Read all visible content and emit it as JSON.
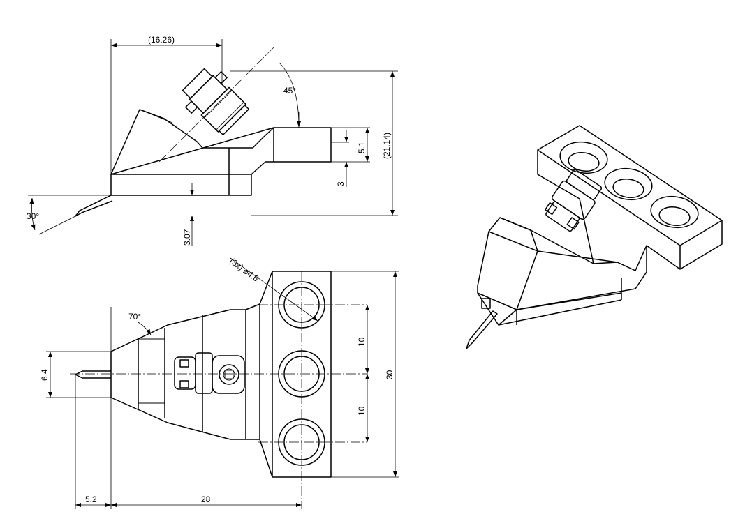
{
  "dimensions": {
    "side_width": "(16.26)",
    "side_height": "(21.14)",
    "side_angle_top": "45°",
    "side_angle_left": "30°",
    "side_offset": "5.1",
    "side_small": "3",
    "side_base": "3.07",
    "top_holes": "(3x) ⌀4.6",
    "top_angle": "70°",
    "top_tip_width": "6.4",
    "top_pitch_1": "10",
    "top_pitch_2": "10",
    "top_total_height": "30",
    "top_tip_length": "5.2",
    "top_length": "28"
  }
}
